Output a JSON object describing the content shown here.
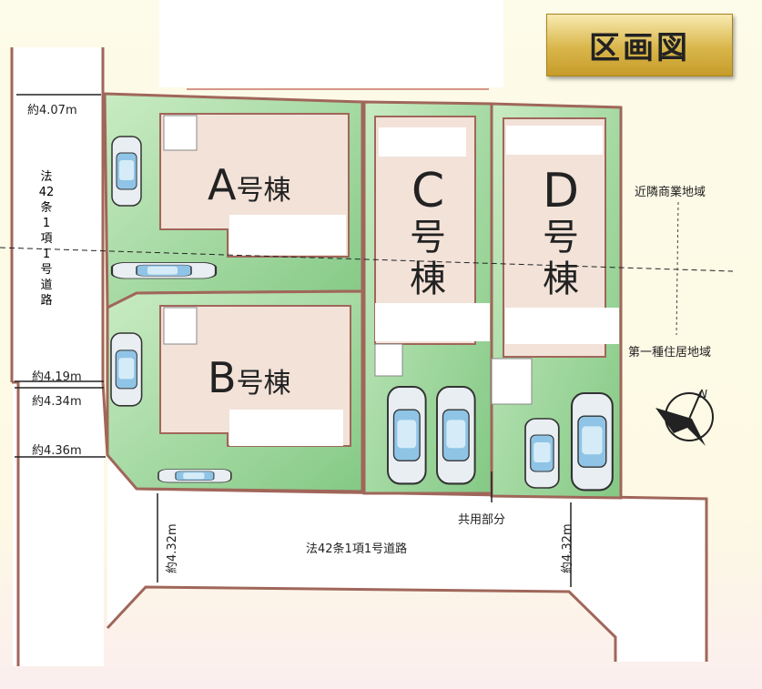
{
  "title": "区画図",
  "lots": {
    "A": {
      "letter": "A",
      "suffix": "号棟"
    },
    "B": {
      "letter": "B",
      "suffix": "号棟"
    },
    "C": {
      "letter": "C",
      "l1": "号",
      "l2": "棟"
    },
    "D": {
      "letter": "D",
      "l1": "号",
      "l2": "棟"
    }
  },
  "left_road": {
    "label": [
      "法",
      "42",
      "条",
      "1",
      "項",
      "1",
      "号",
      "道",
      "路"
    ],
    "widths": [
      "約4.07m",
      "約4.19m",
      "約4.34m",
      "約4.36m"
    ]
  },
  "bottom_road": {
    "label": "法42条1項1号道路",
    "width_left": "約4.32m",
    "width_right": "約4.32m",
    "shared": "共用部分"
  },
  "zones": {
    "upper": "近隣商業地域",
    "lower": "第一種住居地域"
  },
  "compass": {
    "north": "N"
  },
  "colors": {
    "lot": "#9ed59a",
    "building": "#f2e2d8",
    "boundary": "#a0665a"
  }
}
